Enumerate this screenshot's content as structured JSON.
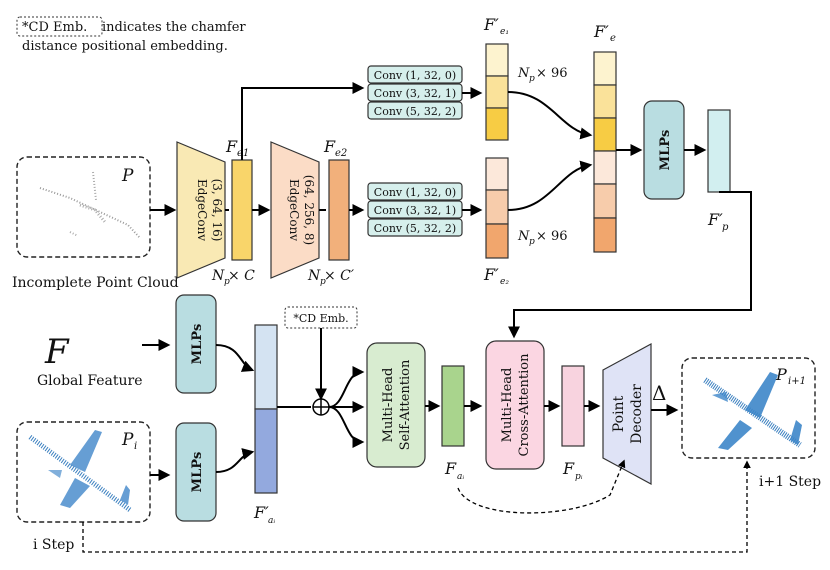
{
  "note": {
    "badge": "*CD Emb.",
    "line1": " indicates the chamfer",
    "line2": "distance positional embedding."
  },
  "inputs": {
    "incomplete_cloud_label": "Incomplete Point Cloud",
    "incomplete_cloud_symbol": "P",
    "global_feature_symbol": "F",
    "global_feature_label": "Global Feature",
    "step_cloud_symbol": "P",
    "step_cloud_sub": "i",
    "step_label": "i Step",
    "output_cloud_symbol": "P",
    "output_cloud_sub": "i+1",
    "output_step_label": "i+1 Step"
  },
  "edgeconv1": {
    "line1": "EdgeConv",
    "line2": "(3, 64, 16)"
  },
  "edgeconv2": {
    "line1": "EdgeConv",
    "line2": "(64, 256, 8)"
  },
  "features": {
    "fe1": "F",
    "fe1_sub": "e1",
    "fe2": "F",
    "fe2_sub": "e2",
    "np_cp": "N",
    "np_cp_rest": " × C",
    "np_cp2_rest": " × C′",
    "fe1_prime": "F′",
    "fe2_prime": "F′",
    "fe_prime": "F′",
    "fe_prime_sub": "e",
    "fp_prime": "F′",
    "fp_prime_sub": "p",
    "np96_top": "× 96",
    "np96_bot": "× 96",
    "fa_prime": "F′",
    "fa": "F",
    "fp": "F"
  },
  "convs": {
    "top": [
      "Conv (1, 32, 0)",
      "Conv (3, 32, 1)",
      "Conv (5, 32, 2)"
    ],
    "bottom": [
      "Conv (1, 32, 0)",
      "Conv (3, 32, 1)",
      "Conv (5, 32, 2)"
    ]
  },
  "mlps": {
    "main": "MLPs",
    "global": "MLPs",
    "step": "MLPs"
  },
  "cd_emb": "*CD Emb.",
  "attention": {
    "self_line1": "Multi-Head",
    "self_line2": "Self-Attention",
    "cross_line1": "Multi-Head",
    "cross_line2": "Cross-Attention"
  },
  "decoder": {
    "line1": "Point",
    "line2": "Decoder"
  },
  "delta": "Δ",
  "colors": {
    "edgeconv": "#f9e9b4",
    "edgeconv2": "#fbdcc6",
    "yellow": "#f9d56a",
    "orange": "#f2b07b",
    "conv": "#d6efec",
    "mlps": "#b9dde1",
    "cyan": "#d2eff0",
    "green": "#d8ecd0",
    "pink": "#fbd6e2",
    "lilac": "#dfe3f6"
  }
}
